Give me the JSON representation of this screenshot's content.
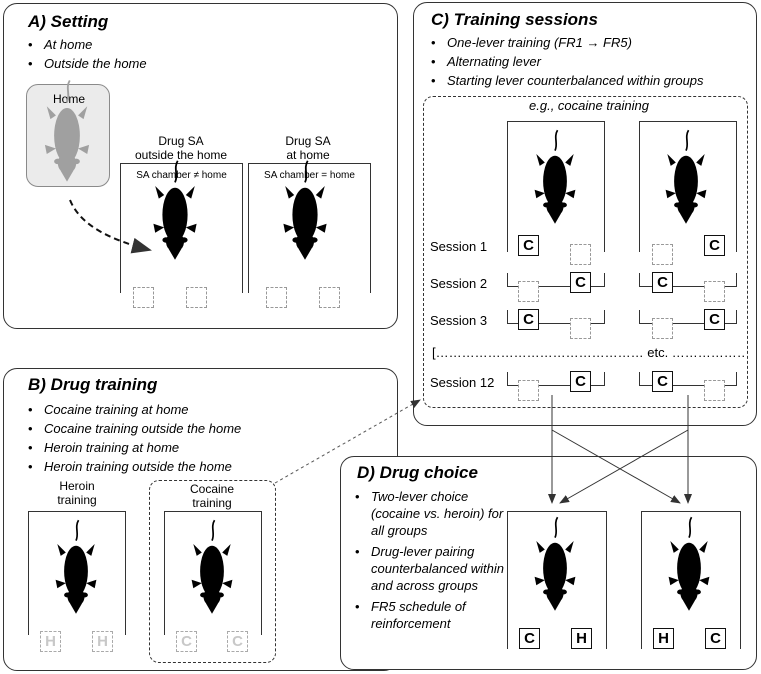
{
  "panelA": {
    "title": "A) Setting",
    "bullets": [
      "At home",
      "Outside the home"
    ],
    "home_label": "Home",
    "outside": {
      "label_line1": "Drug SA",
      "label_line2": "outside the home",
      "chamber_text": "SA chamber ≠ home"
    },
    "athome": {
      "label_line1": "Drug SA",
      "label_line2": "at home",
      "chamber_text": "SA chamber = home"
    }
  },
  "panelB": {
    "title": "B) Drug training",
    "bullets": [
      "Cocaine training at home",
      "Cocaine training outside the home",
      "Heroin training at home",
      "Heroin training outside the home"
    ],
    "heroin": {
      "label_line1": "Heroin",
      "label_line2": "training",
      "levers": [
        "H",
        "H"
      ]
    },
    "cocaine": {
      "label_line1": "Cocaine",
      "label_line2": "training",
      "levers": [
        "C",
        "C"
      ]
    }
  },
  "panelC": {
    "title": "C) Training sessions",
    "bullets": [
      "One-lever training (FR1 → FR5)",
      "Alternating lever",
      "Starting lever counterbalanced within groups"
    ],
    "example_label": "e.g., cocaine training",
    "sessions": [
      {
        "label": "Session 1",
        "left": [
          "C",
          ""
        ],
        "right": [
          "",
          "C"
        ]
      },
      {
        "label": "Session 2",
        "left": [
          "",
          "C"
        ],
        "right": [
          "C",
          ""
        ]
      },
      {
        "label": "Session 3",
        "left": [
          "C",
          ""
        ],
        "right": [
          "",
          "C"
        ]
      },
      {
        "label": "Session 12",
        "left": [
          "",
          "C"
        ],
        "right": [
          "C",
          ""
        ]
      }
    ],
    "etc_line": "[………………………………………… etc. ……………………………………]"
  },
  "panelD": {
    "title": "D) Drug choice",
    "bullets": [
      "Two-lever choice (cocaine vs. heroin) for all groups",
      "Drug-lever pairing counterbalanced within and across groups",
      "FR5 schedule of reinforcement"
    ],
    "chamber_left_levers": [
      "C",
      "H"
    ],
    "chamber_right_levers": [
      "H",
      "C"
    ]
  },
  "colors": {
    "ink": "#000000",
    "home_fill": "#ebebeb",
    "home_rat": "#a0a0a0",
    "ghost": "#c8c8c8"
  }
}
